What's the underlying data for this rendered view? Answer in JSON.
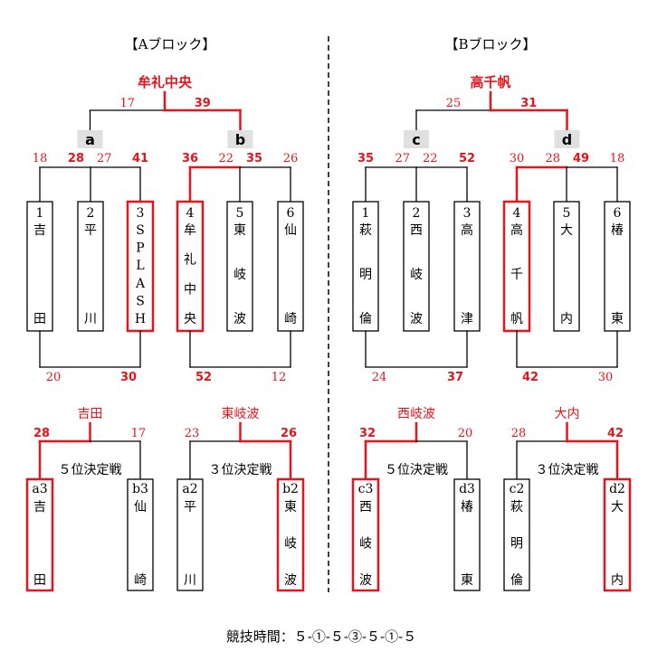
{
  "footer": "競技時間：５-①-５-③-５-①-５",
  "blocks": [
    {
      "name": "【Aブロック】",
      "champion": "牟礼中央",
      "final": {
        "left": "17",
        "right": "39"
      },
      "groups": [
        {
          "label": "a",
          "left_score": "18",
          "center_left": "28",
          "center_right": "27",
          "right_score": "41"
        },
        {
          "label": "b",
          "left_score": "36",
          "center_left": "22",
          "center_right": "35",
          "right_score": "26"
        }
      ],
      "teams": [
        {
          "num": "1",
          "chars": [
            "吉",
            "田"
          ]
        },
        {
          "num": "2",
          "chars": [
            "平",
            "川"
          ]
        },
        {
          "num": "3",
          "chars": [
            "S",
            "P",
            "L",
            "A",
            "S",
            "H"
          ]
        },
        {
          "num": "4",
          "chars": [
            "牟",
            "礼",
            "中",
            "央"
          ]
        },
        {
          "num": "5",
          "chars": [
            "東",
            "岐",
            "波"
          ]
        },
        {
          "num": "6",
          "chars": [
            "仙",
            "崎"
          ]
        }
      ],
      "bottom_matches": [
        {
          "left": "20",
          "right": "30"
        },
        {
          "left": "52",
          "right": "12"
        }
      ],
      "placement": [
        {
          "title": "５位決定戦",
          "winner": "吉田",
          "left_score": "28",
          "right_score": "17",
          "left": {
            "num": "a3",
            "chars": [
              "吉",
              "田"
            ]
          },
          "right": {
            "num": "b3",
            "chars": [
              "仙",
              "崎"
            ]
          }
        },
        {
          "title": "３位決定戦",
          "winner": "東岐波",
          "left_score": "23",
          "right_score": "26",
          "left": {
            "num": "a2",
            "chars": [
              "平",
              "川"
            ]
          },
          "right": {
            "num": "b2",
            "chars": [
              "東",
              "岐",
              "波"
            ]
          }
        }
      ]
    },
    {
      "name": "【Bブロック】",
      "champion": "高千帆",
      "final": {
        "left": "25",
        "right": "31"
      },
      "groups": [
        {
          "label": "c",
          "left_score": "35",
          "center_left": "27",
          "center_right": "22",
          "right_score": "52"
        },
        {
          "label": "d",
          "left_score": "30",
          "center_left": "28",
          "center_right": "49",
          "right_score": "18"
        }
      ],
      "teams": [
        {
          "num": "1",
          "chars": [
            "萩",
            "明",
            "倫"
          ]
        },
        {
          "num": "2",
          "chars": [
            "西",
            "岐",
            "波"
          ]
        },
        {
          "num": "3",
          "chars": [
            "高",
            "津"
          ]
        },
        {
          "num": "4",
          "chars": [
            "高",
            "千",
            "帆"
          ]
        },
        {
          "num": "5",
          "chars": [
            "大",
            "内"
          ]
        },
        {
          "num": "6",
          "chars": [
            "椿",
            "東"
          ]
        }
      ],
      "bottom_matches": [
        {
          "left": "24",
          "right": "37"
        },
        {
          "left": "42",
          "right": "30"
        }
      ],
      "placement": [
        {
          "title": "５位決定戦",
          "winner": "西岐波",
          "left_score": "32",
          "right_score": "20",
          "left": {
            "num": "c3",
            "chars": [
              "西",
              "岐",
              "波"
            ]
          },
          "right": {
            "num": "d3",
            "chars": [
              "椿",
              "東"
            ]
          }
        },
        {
          "title": "３位決定戦",
          "winner": "大内",
          "left_score": "28",
          "right_score": "42",
          "left": {
            "num": "c2",
            "chars": [
              "萩",
              "明",
              "倫"
            ]
          },
          "right": {
            "num": "d2",
            "chars": [
              "大",
              "内"
            ]
          }
        }
      ]
    }
  ]
}
